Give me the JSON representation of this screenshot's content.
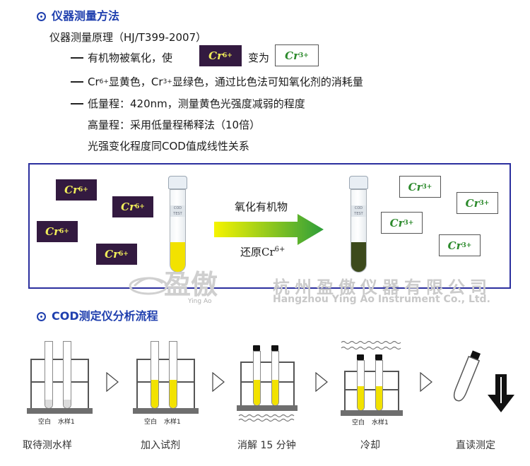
{
  "section1": {
    "title": "仪器测量方法",
    "principle": "仪器测量原理（HJ/T399-2007）",
    "line1_pre": "有机物被氧化，使",
    "line1_mid": "变为",
    "line2_a": "Cr",
    "line2_sup_a": "6+",
    "line2_b": "显黄色，Cr",
    "line2_sup_b": "3+",
    "line2_c": "显绿色，通过比色法可知氧化剂的消耗量",
    "line3": "低量程：420nm，测量黄色光强度减弱的程度",
    "line4": "高量程：采用低量程稀释法（10倍）",
    "line5": "光强变化程度同COD值成线性关系"
  },
  "badges": {
    "cr6_text": "Cr",
    "cr6_sup": "6+",
    "cr3_text": "Cr",
    "cr3_sup": "3+"
  },
  "reaction": {
    "arrow_top": "氧化有机物",
    "arrow_bottom": "还原Cr",
    "arrow_bottom_sup": "6+",
    "vial_label": "COD TEST"
  },
  "watermark": {
    "logo": "盈傲",
    "logo_sub": "Ying Ao",
    "company_cn": "杭州盈傲仪器有限公司",
    "company_en": "Hangzhou Ying Ao Instrument Co., Ltd."
  },
  "section2": {
    "title": "COD测定仪分析流程"
  },
  "process": {
    "rack_blank": "空白",
    "rack_sample": "水样1",
    "steps": [
      "取待测水样",
      "加入试剂",
      "消解 15 分钟",
      "冷却",
      "直读测定"
    ]
  },
  "colors": {
    "heading_blue": "#1f3fae",
    "cr6_bg": "#331a40",
    "cr6_text": "#f1ee5a",
    "cr3_text": "#2c8a2c",
    "yellow_liquid": "#f2e200",
    "green_liquid": "#3c4a1c"
  }
}
